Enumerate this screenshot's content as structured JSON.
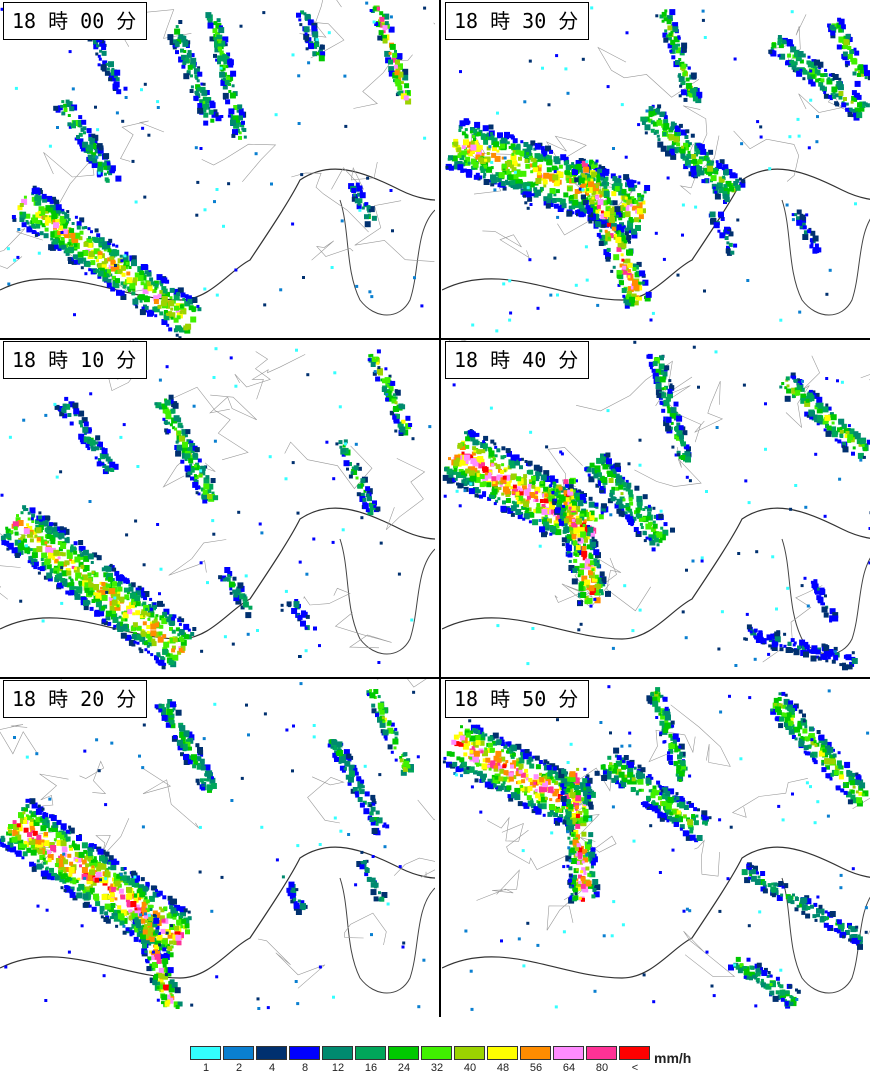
{
  "panels": [
    {
      "time": "18 時 00 分"
    },
    {
      "time": "18 時 30 分"
    },
    {
      "time": "18 時 10 分"
    },
    {
      "time": "18 時 40 分"
    },
    {
      "time": "18 時 20 分"
    },
    {
      "time": "18 時 50 分"
    }
  ],
  "legend": {
    "unit": "mm/h",
    "labels": [
      "1",
      "2",
      "4",
      "8",
      "12",
      "16",
      "24",
      "32",
      "40",
      "48",
      "56",
      "64",
      "80",
      "<"
    ],
    "colors": [
      "#33ffff",
      "#0a7fd0",
      "#00306f",
      "#0000ff",
      "#008a6f",
      "#00a65a",
      "#00c800",
      "#40f000",
      "#9bd300",
      "#ffff00",
      "#ff8c00",
      "#ff8cff",
      "#ff3296",
      "#ff0000"
    ]
  }
}
